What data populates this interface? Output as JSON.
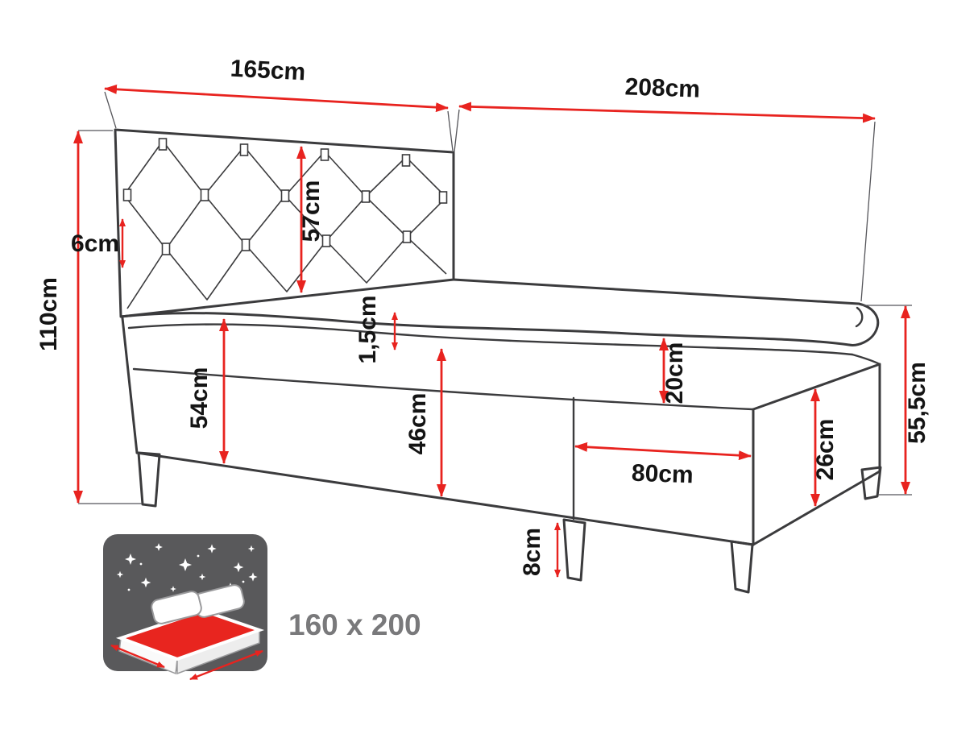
{
  "diagram": {
    "labels": {
      "headboard_width": "165cm",
      "total_length": "208cm",
      "total_height": "110cm",
      "headboard_depth": "6cm",
      "headboard_height": "57cm",
      "topper_height": "1,5cm",
      "side_height": "54cm",
      "base_height": "46cm",
      "mattress_height": "20cm",
      "foot_box_height": "26cm",
      "storage_length": "80cm",
      "foot_height": "55,5cm",
      "leg_height": "8cm"
    },
    "size_badge": "160 x 200",
    "colors": {
      "dimension_red": "#e8231f",
      "outline": "#3b3b3d",
      "icon_bg": "#59595b",
      "icon_text": "#79797b",
      "icon_red": "#e8251f"
    }
  }
}
